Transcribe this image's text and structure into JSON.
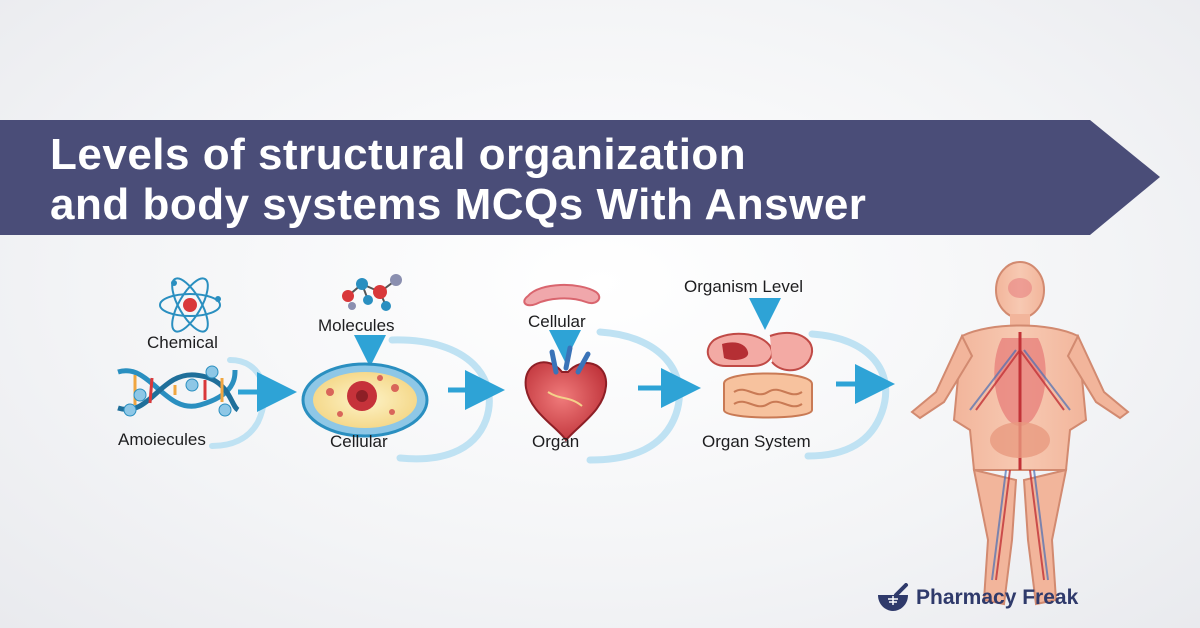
{
  "title": {
    "line1": "Levels of structural organization",
    "line2": "and body systems MCQs With Answer"
  },
  "labels": {
    "chemical": "Chemical",
    "amoiecules": "Amoiecules",
    "molecules": "Molecules",
    "cellular_1": "Cellular",
    "cellular_2": "Cellular",
    "organ": "Organ",
    "organism_level": "Organism Level",
    "organ_system": "Organ System"
  },
  "brand": {
    "name": "Pharmacy Freak",
    "logo_icon": "mortar-pestle-icon"
  },
  "colors": {
    "banner": "#4a4d78",
    "arrow": "#2ea3d6",
    "brand": "#2f3a6b"
  }
}
